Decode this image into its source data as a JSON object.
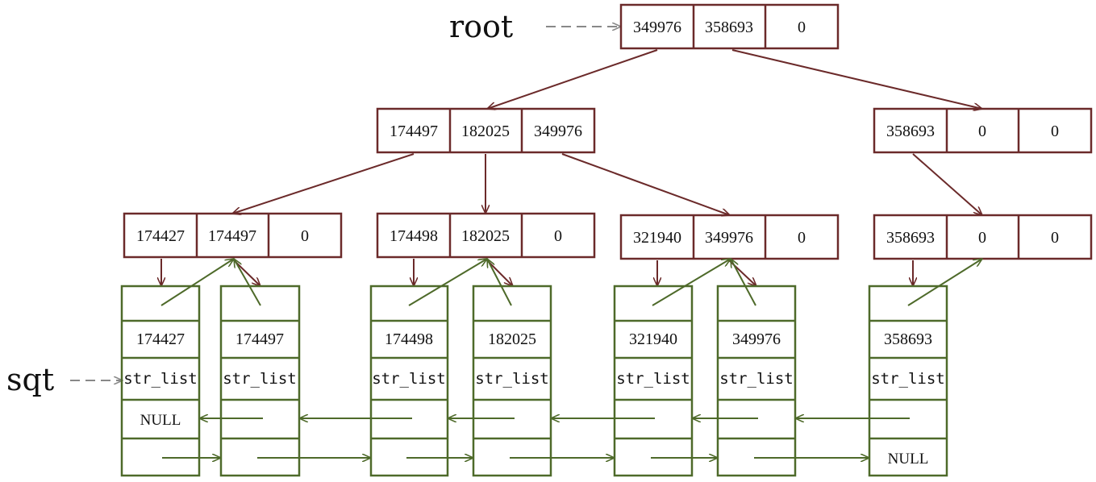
{
  "labels": {
    "root": "root",
    "sqt": "sqt"
  },
  "colors": {
    "tree": "#6b2a2a",
    "leaf": "#4e6a2a",
    "pointer": "#888888",
    "text": "#111111"
  },
  "tree": {
    "root_node": [
      "349976",
      "358693",
      "0"
    ],
    "level1": [
      [
        "174497",
        "182025",
        "349976"
      ],
      [
        "358693",
        "0",
        "0"
      ]
    ],
    "level2": [
      [
        "174427",
        "174497",
        "0"
      ],
      [
        "174498",
        "182025",
        "0"
      ],
      [
        "321940",
        "349976",
        "0"
      ],
      [
        "358693",
        "0",
        "0"
      ]
    ]
  },
  "leaves": [
    {
      "key": "174427",
      "list": "str_list",
      "prev": "NULL",
      "next": ""
    },
    {
      "key": "174497",
      "list": "str_list",
      "prev": "",
      "next": ""
    },
    {
      "key": "174498",
      "list": "str_list",
      "prev": "",
      "next": ""
    },
    {
      "key": "182025",
      "list": "str_list",
      "prev": "",
      "next": ""
    },
    {
      "key": "321940",
      "list": "str_list",
      "prev": "",
      "next": ""
    },
    {
      "key": "349976",
      "list": "str_list",
      "prev": "",
      "next": ""
    },
    {
      "key": "358693",
      "list": "str_list",
      "prev": "",
      "next": "NULL"
    }
  ]
}
